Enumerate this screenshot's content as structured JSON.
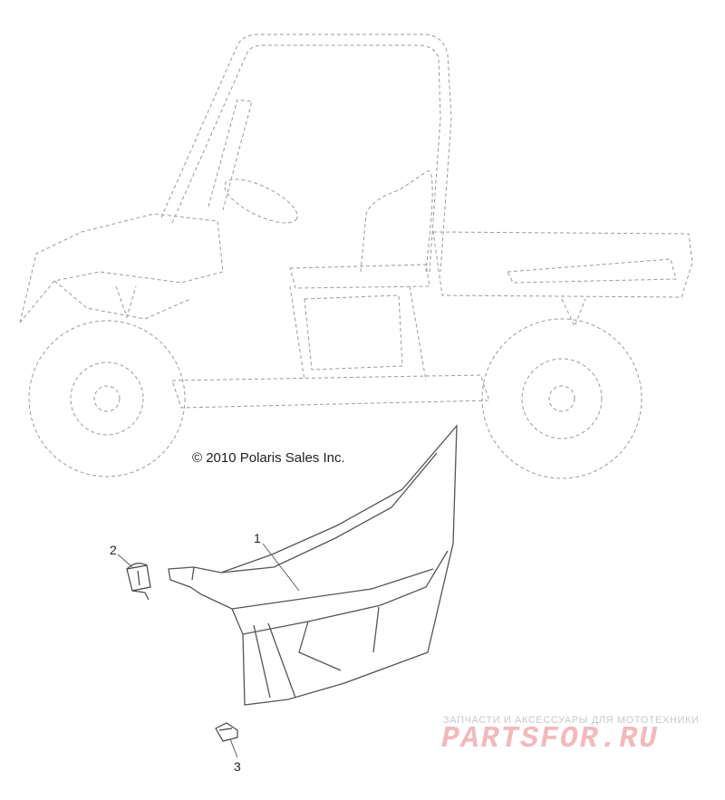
{
  "copyright": "© 2010 Polaris Sales Inc.",
  "callouts": [
    {
      "id": "1",
      "label": "1"
    },
    {
      "id": "2",
      "label": "2"
    },
    {
      "id": "3",
      "label": "3"
    }
  ],
  "watermark": {
    "tagline": "ЗАПЧАСТИ И АКСЕССУАРЫ ДЛЯ МОТОТЕХНИКИ",
    "logo": "PARTSFOR.RU"
  },
  "colors": {
    "line": "#6a6a6a",
    "dashed": "#9a9a9a",
    "watermark_logo": "#f2b9bd"
  }
}
